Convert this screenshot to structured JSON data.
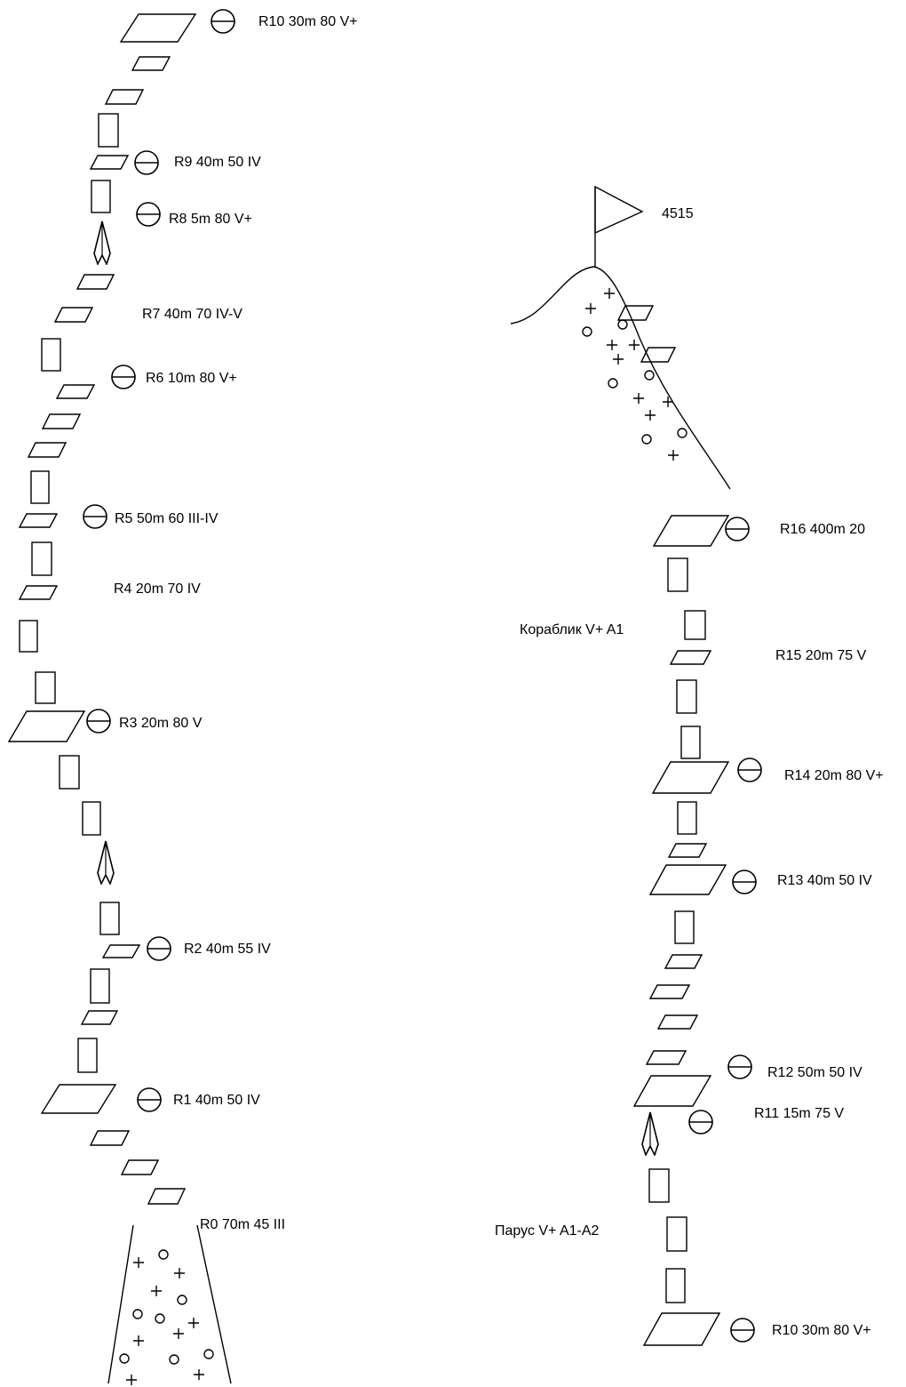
{
  "labels": {
    "r0": "R0 70m 45  III",
    "r1": "R1 40m 50  IV",
    "r2": "R2 40m 55  IV",
    "r3": "R3 20m 80  V",
    "r4": "R4 20m 70  IV",
    "r5": "R5 50m 60  III-IV",
    "r6": "R6 10m 80  V+",
    "r7": "R7 40m 70  IV-V",
    "r8": "R8 5m 80  V+",
    "r9": "R9 40m 50  IV",
    "r10_top": "R10 30m 80  V+",
    "r10_bottom": "R10 30m 80  V+",
    "r11": "R11 15m 75  V",
    "r12": "R12 50m 50  IV",
    "r13": "R13 40m 50  IV",
    "r14": "R14 20m 80  V+",
    "r15": "R15 20m 75  V",
    "r16": "R16 400m 20",
    "summit": "4515",
    "parus": "Парус V+ A1-A2",
    "korablik": "Кораблик V+ A1"
  },
  "colors": {
    "ink": "#000000",
    "background": "#ffffff"
  },
  "symbols": {
    "ledge": "parallelogram",
    "wall": "rectangle",
    "crack": "arrow-spike",
    "belay": "circle-with-bar",
    "scree": "plus-and-circle",
    "summit": "flag"
  }
}
